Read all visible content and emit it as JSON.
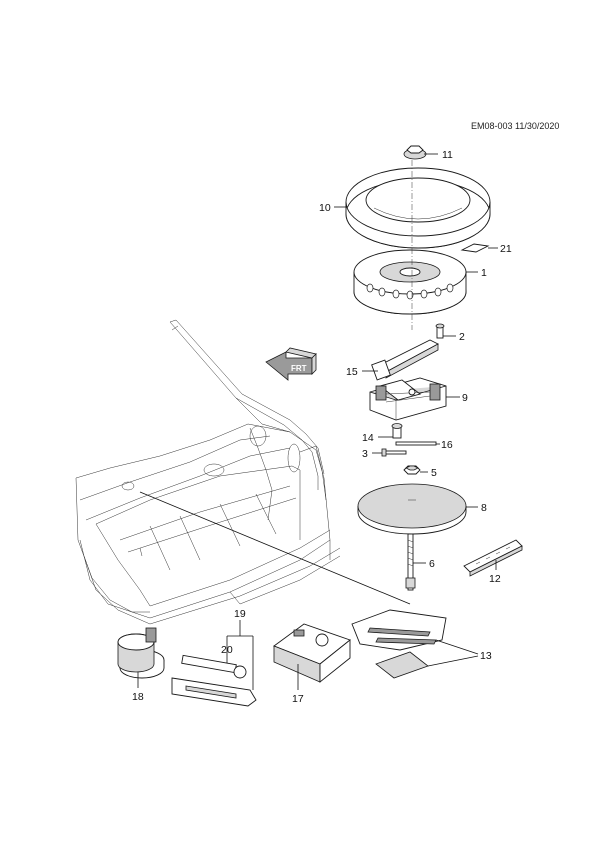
{
  "header": {
    "code": "EM08-003 11/30/2020"
  },
  "arrow_label": "FRT",
  "callouts": [
    {
      "id": "c11",
      "text": "11"
    },
    {
      "id": "c10",
      "text": "10"
    },
    {
      "id": "c21",
      "text": "21"
    },
    {
      "id": "c1",
      "text": "1"
    },
    {
      "id": "c2",
      "text": "2"
    },
    {
      "id": "c15",
      "text": "15"
    },
    {
      "id": "c9",
      "text": "9"
    },
    {
      "id": "c14",
      "text": "14"
    },
    {
      "id": "c16",
      "text": "16"
    },
    {
      "id": "c3",
      "text": "3"
    },
    {
      "id": "c5",
      "text": "5"
    },
    {
      "id": "c8",
      "text": "8"
    },
    {
      "id": "c6",
      "text": "6"
    },
    {
      "id": "c12",
      "text": "12"
    },
    {
      "id": "c13",
      "text": "13"
    },
    {
      "id": "c19",
      "text": "19"
    },
    {
      "id": "c20",
      "text": "20"
    },
    {
      "id": "c18",
      "text": "18"
    },
    {
      "id": "c17",
      "text": "17"
    }
  ]
}
